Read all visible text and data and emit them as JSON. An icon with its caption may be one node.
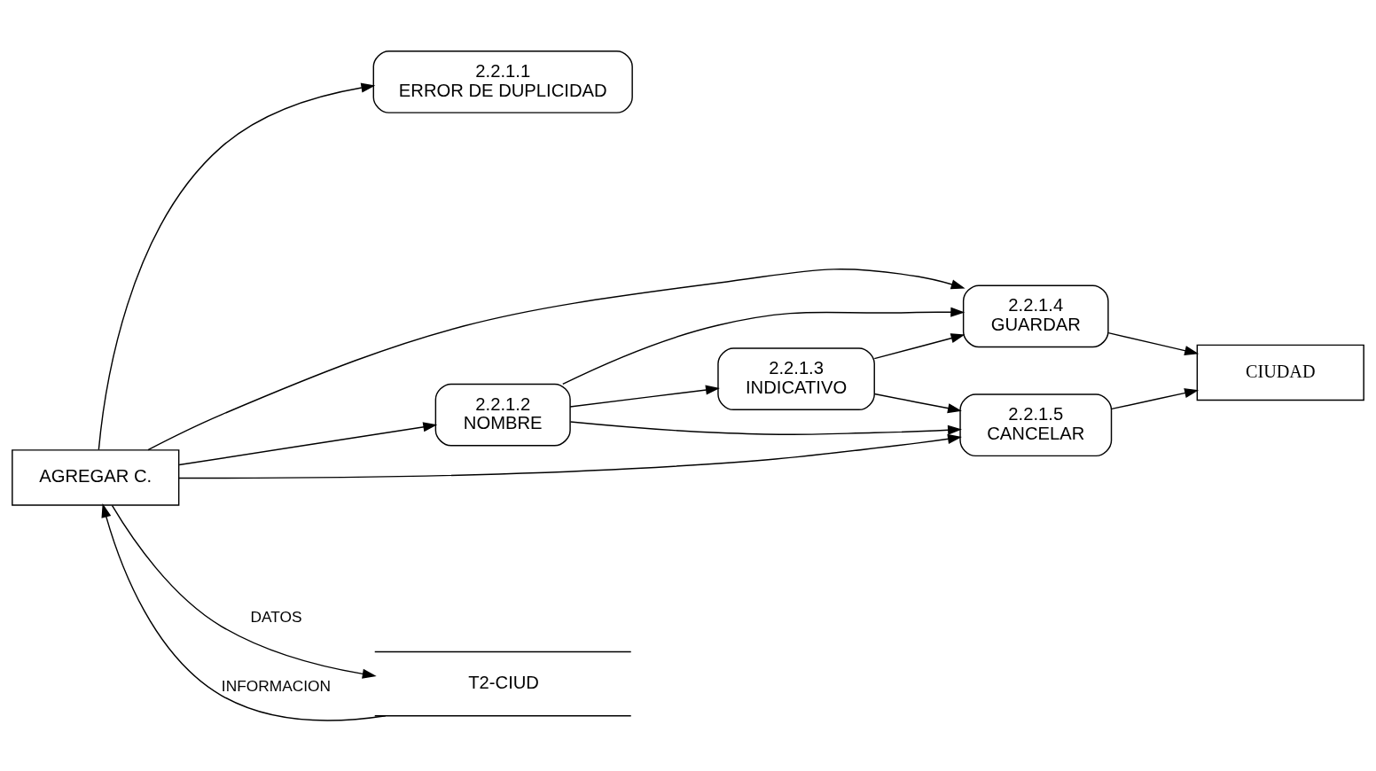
{
  "diagram": {
    "nodes": [
      {
        "text": [
          "2.2.1.1",
          "ERROR DE DUPLICIDAD"
        ]
      },
      {
        "text": [
          "2.2.1.2",
          "NOMBRE"
        ]
      },
      {
        "text": [
          "2.2.1.3",
          "INDICATIVO"
        ]
      },
      {
        "text": [
          "2.2.1.4",
          "GUARDAR"
        ]
      },
      {
        "text": [
          "2.2.1.5",
          "CANCELAR"
        ]
      },
      {
        "text": [
          "CIUDAD"
        ]
      },
      {
        "text": [
          "AGREGAR C."
        ]
      },
      {
        "text": [
          "T2-CIUD"
        ]
      }
    ],
    "edges": [
      {
        "from": 6,
        "to": 0,
        "arrow": "to"
      },
      {
        "from": 6,
        "to": 1,
        "arrow": "to"
      },
      {
        "from": 1,
        "to": 2,
        "arrow": "to"
      },
      {
        "from": 1,
        "to": 3,
        "arrow": "to"
      },
      {
        "from": 1,
        "to": 4,
        "arrow": "to"
      },
      {
        "from": 2,
        "to": 3,
        "arrow": "to"
      },
      {
        "from": 2,
        "to": 4,
        "arrow": "to"
      },
      {
        "from": 6,
        "to": 3,
        "arrow": "to"
      },
      {
        "from": 6,
        "to": 4,
        "arrow": "to"
      },
      {
        "from": 3,
        "to": 5,
        "arrow": "to"
      },
      {
        "from": 4,
        "to": 5,
        "arrow": "to"
      },
      {
        "from": 6,
        "to": 7,
        "arrow": "to",
        "label": "DATOS"
      },
      {
        "from": 7,
        "to": 6,
        "arrow": "to",
        "label": "INFORMACION"
      }
    ]
  }
}
